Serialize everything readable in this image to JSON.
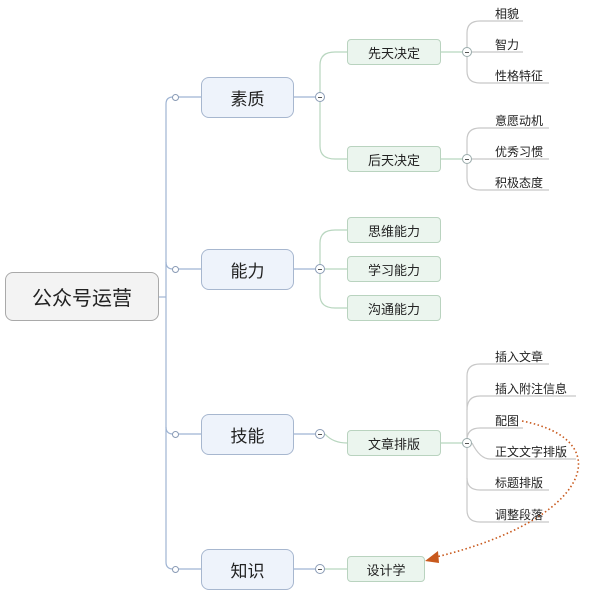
{
  "root": {
    "label": "公众号运营"
  },
  "branches": [
    {
      "label": "素质",
      "children": [
        {
          "label": "先天决定",
          "leaves": [
            "相貌",
            "智力",
            "性格特征"
          ]
        },
        {
          "label": "后天决定",
          "leaves": [
            "意愿动机",
            "优秀习惯",
            "积极态度"
          ]
        }
      ]
    },
    {
      "label": "能力",
      "children": [
        {
          "label": "思维能力",
          "leaves": []
        },
        {
          "label": "学习能力",
          "leaves": []
        },
        {
          "label": "沟通能力",
          "leaves": []
        }
      ]
    },
    {
      "label": "技能",
      "children": [
        {
          "label": "文章排版",
          "leaves": [
            "插入文章",
            "插入附注信息",
            "配图",
            "正文文字排版",
            "标题排版",
            "调整段落"
          ]
        }
      ]
    },
    {
      "label": "知识",
      "children": [
        {
          "label": "设计学",
          "leaves": []
        }
      ]
    }
  ],
  "relationship": {
    "from": "配图",
    "to": "设计学",
    "style": "dotted-arrow",
    "color": "#c8591d"
  },
  "colors": {
    "main_line": "#9fb4d3",
    "sub_line": "#b8d6bf",
    "leaf_line": "#c8c8c8"
  }
}
